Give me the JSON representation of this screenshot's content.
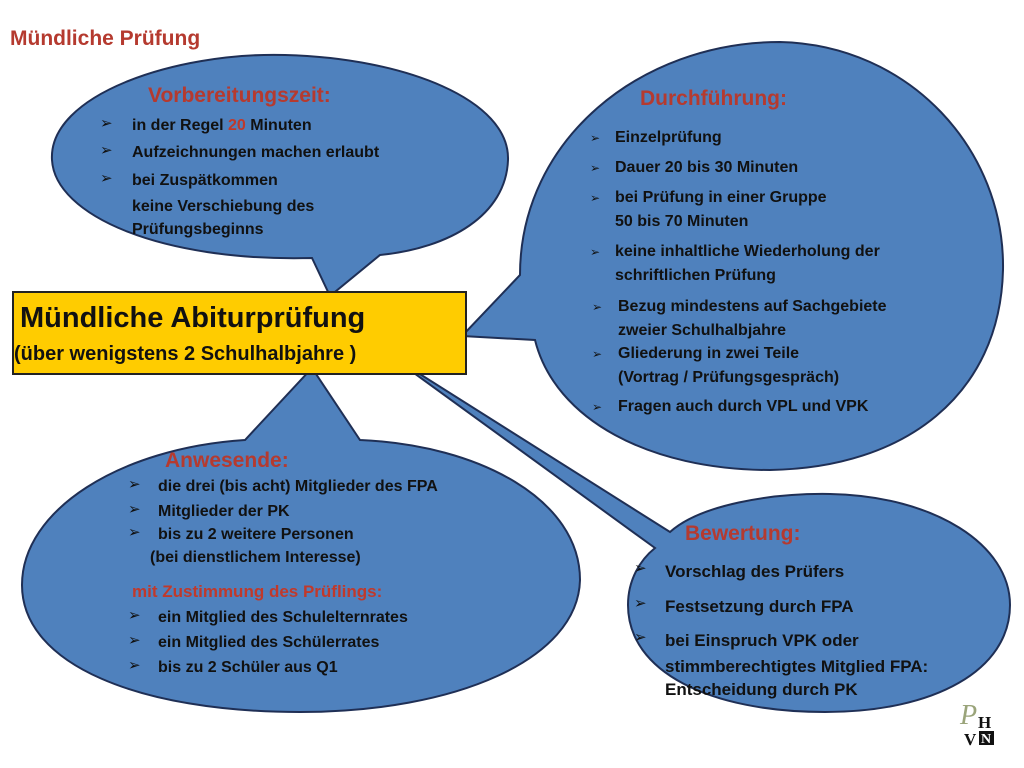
{
  "title": "Mündliche Prüfung",
  "center": {
    "title": "Mündliche Abiturprüfung",
    "subtitle": "(über wenigstens 2 Schulhalbjahre )"
  },
  "vorbereitung": {
    "heading": "Vorbereitungszeit:",
    "item1_pre": "in der Regel ",
    "item1_num": "20",
    "item1_post": " Minuten",
    "item2": "Aufzeichnungen machen erlaubt",
    "item3": "bei Zuspätkommen",
    "item3_cont1": "keine Verschiebung des",
    "item3_cont2": "Prüfungsbeginns"
  },
  "durchfuehrung": {
    "heading": "Durchführung:",
    "items": [
      [
        "Einzelprüfung"
      ],
      [
        "Dauer 20 bis 30 Minuten"
      ],
      [
        "bei Prüfung in einer Gruppe",
        "50 bis 70 Minuten"
      ],
      [
        "keine inhaltliche Wiederholung der",
        "schriftlichen Prüfung"
      ],
      [
        "Bezug mindestens auf Sachgebiete",
        "zweier Schulhalbjahre"
      ],
      [
        "Gliederung in zwei Teile",
        "(Vortrag / Prüfungsgespräch)"
      ],
      [
        "Fragen auch durch VPL und VPK"
      ]
    ]
  },
  "anwesende": {
    "heading": "Anwesende:",
    "item1": "die drei (bis acht) Mitglieder des FPA",
    "item2": "Mitglieder der PK",
    "item3": "bis zu 2 weitere Personen",
    "item3_cont": "(bei dienstlichem Interesse)",
    "sub_heading": "mit Zustimmung des Prüflings:",
    "sub_items": [
      "ein Mitglied des Schulelternrates",
      "ein Mitglied des Schülerrates",
      "bis zu 2 Schüler aus Q1"
    ]
  },
  "bewertung": {
    "heading": "Bewertung:",
    "item1": "Vorschlag des Prüfers",
    "item2": "Festsetzung durch FPA",
    "item3": "bei Einspruch VPK oder",
    "item3_cont1": "stimmberechtigtes Mitglied FPA:",
    "item3_cont2": "Entscheidung durch PK"
  },
  "colors": {
    "bubble": "#4f81bd",
    "bubble_stroke": "#1f2f55",
    "box": "#ffcc00",
    "heading": "#b53a2f",
    "highlight": "#c0392b"
  },
  "icons": {
    "bullet": "arrow-bullet-icon",
    "logo": "school-logo-icon"
  }
}
